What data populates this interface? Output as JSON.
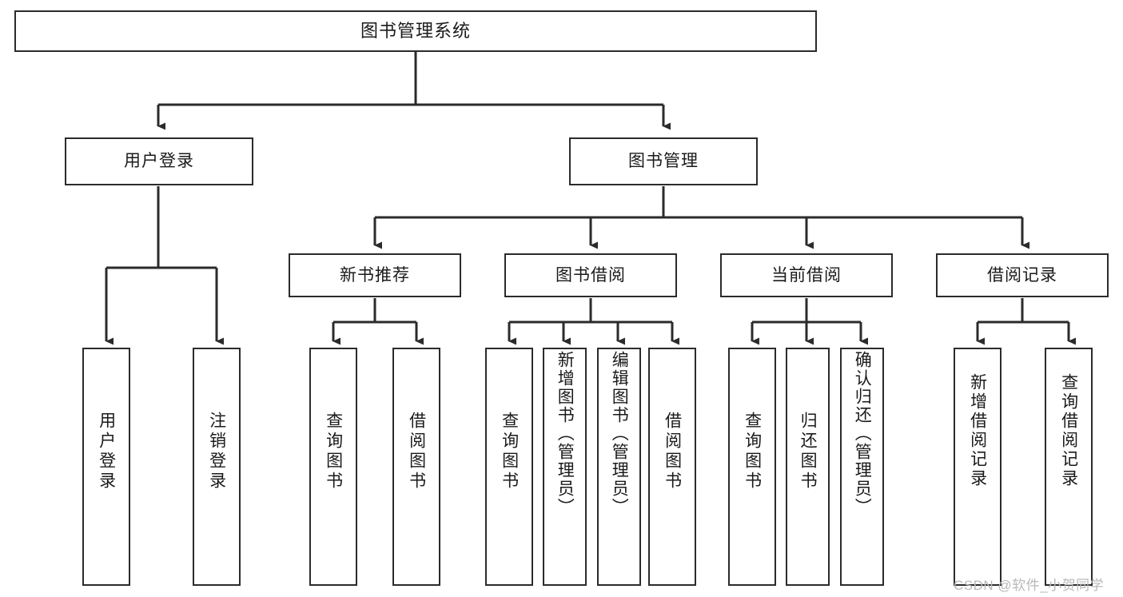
{
  "diagram": {
    "title": "图书管理系统",
    "type": "tree",
    "background": "#ffffff",
    "line_color": "#2b2b2b",
    "box_border_color": "#2b2b2b",
    "box_fill": "#ffffff",
    "text_color": "#1a1a1a"
  },
  "root": {
    "label": "图书管理系统"
  },
  "level1": [
    {
      "label": "用户登录"
    },
    {
      "label": "图书管理"
    }
  ],
  "level2": [
    {
      "label": "新书推荐"
    },
    {
      "label": "图书借阅"
    },
    {
      "label": "当前借阅"
    },
    {
      "label": "借阅记录"
    }
  ],
  "leaves": {
    "user_login": [
      {
        "label": "用户登录"
      },
      {
        "label": "注销登录"
      }
    ],
    "new_book_recommend": [
      {
        "label": "查询图书"
      },
      {
        "label": "借阅图书"
      }
    ],
    "book_borrow": [
      {
        "label": "查询图书"
      },
      {
        "label": "新增图书（管理员）"
      },
      {
        "label": "编辑图书（管理员）"
      },
      {
        "label": "借阅图书"
      }
    ],
    "current_borrow": [
      {
        "label": "查询图书"
      },
      {
        "label": "归还图书"
      },
      {
        "label": "确认归还（管理员）"
      }
    ],
    "borrow_record": [
      {
        "label": "新增借阅记录"
      },
      {
        "label": "查询借阅记录"
      }
    ]
  },
  "watermark": {
    "text": "CSDN @软件_小贺同学"
  }
}
